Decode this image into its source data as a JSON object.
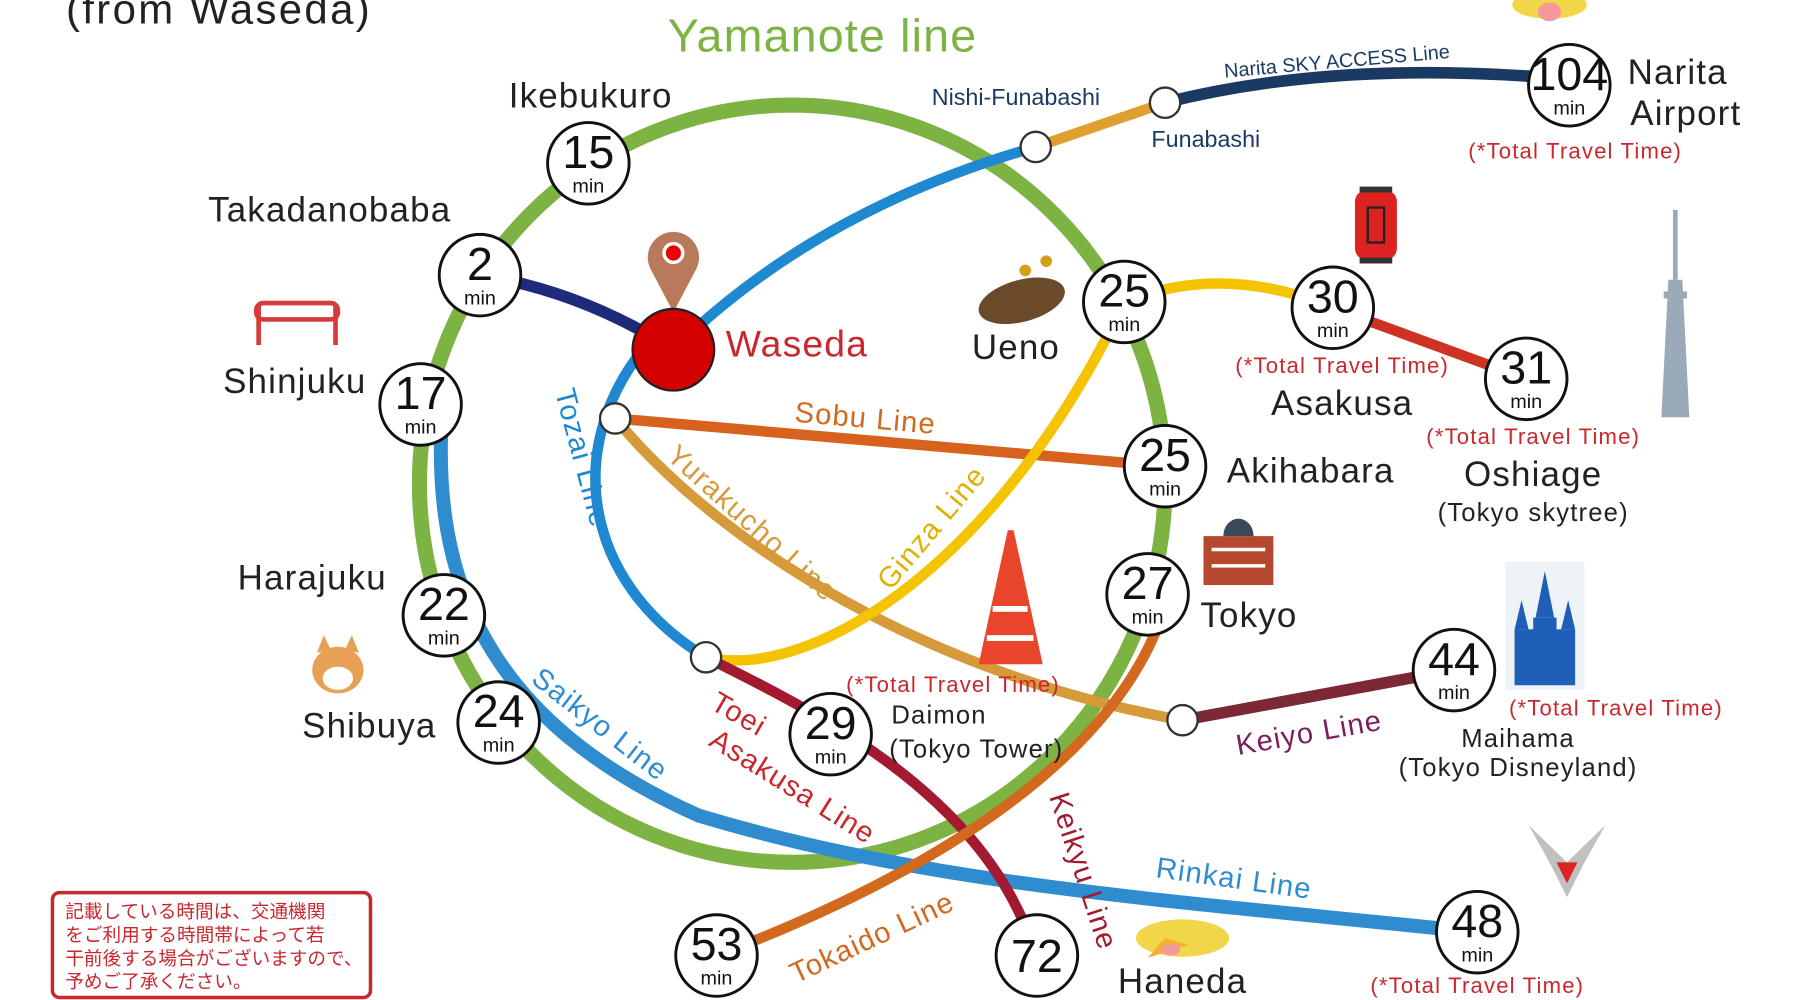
{
  "header": {
    "subtitle": "(from Waseda)",
    "yamanote_label": "Yamanote line"
  },
  "origin": {
    "name": "Waseda"
  },
  "min_unit": "min",
  "total_note": "(*Total Travel Time)",
  "stations": {
    "takadanobaba": {
      "name": "Takadanobaba",
      "minutes": "2"
    },
    "ikebukuro": {
      "name": "Ikebukuro",
      "minutes": "15"
    },
    "shinjuku": {
      "name": "Shinjuku",
      "minutes": "17"
    },
    "harajuku": {
      "name": "Harajuku",
      "minutes": "22"
    },
    "shibuya": {
      "name": "Shibuya",
      "minutes": "24"
    },
    "ueno": {
      "name": "Ueno",
      "minutes": "25"
    },
    "akihabara": {
      "name": "Akihabara",
      "minutes": "25"
    },
    "tokyo": {
      "name": "Tokyo",
      "minutes": "27"
    },
    "daimon": {
      "name": "Daimon",
      "sub": "(Tokyo Tower)",
      "minutes": "29"
    },
    "asakusa": {
      "name": "Asakusa",
      "minutes": "30"
    },
    "oshiage": {
      "name": "Oshiage",
      "sub": "(Tokyo skytree)",
      "minutes": "31"
    },
    "narita": {
      "name1": "Narita",
      "name2": "Airport",
      "minutes": "104"
    },
    "maihama": {
      "name": "Maihama",
      "sub": "(Tokyo Disneyland)",
      "minutes": "44"
    },
    "rinkai_end": {
      "minutes": "48"
    },
    "tokaido_end": {
      "minutes": "53"
    },
    "keikyu_end": {
      "minutes": "72"
    },
    "haneda": {
      "name": "Haneda"
    },
    "nishi_funabashi": {
      "name": "Nishi-Funabashi"
    },
    "funabashi": {
      "name": "Funabashi"
    }
  },
  "lines": {
    "tozai": "Tozai Line",
    "sobu": "Sobu Line",
    "yurakucho": "Yurakucho Line",
    "ginza": "Ginza Line",
    "saikyo": "Saikyo Line",
    "toei1": "Toei",
    "toei2": "Asakusa Line",
    "keikyu": "Keikyu Line",
    "tokaido": "Tokaido Line",
    "rinkai": "Rinkai Line",
    "keiyo": "Keiyo Line",
    "narita_sky": "Narita SKY ACCESS Line"
  },
  "colors": {
    "yamanote": "#7cb342",
    "tozai": "#1e88d0",
    "sobu": "#d2691e",
    "yurakucho": "#d69a3a",
    "ginza": "#f5c400",
    "toei": "#a3192f",
    "keiyo": "#7b2a35",
    "narita": "#1b3a63",
    "origin": "#d40000"
  },
  "note": {
    "lines": [
      "記載している時間は、交通機関",
      "をご利用する時間帯によって若",
      "干前後する場合がございますので、",
      "予めご了承ください。"
    ]
  }
}
